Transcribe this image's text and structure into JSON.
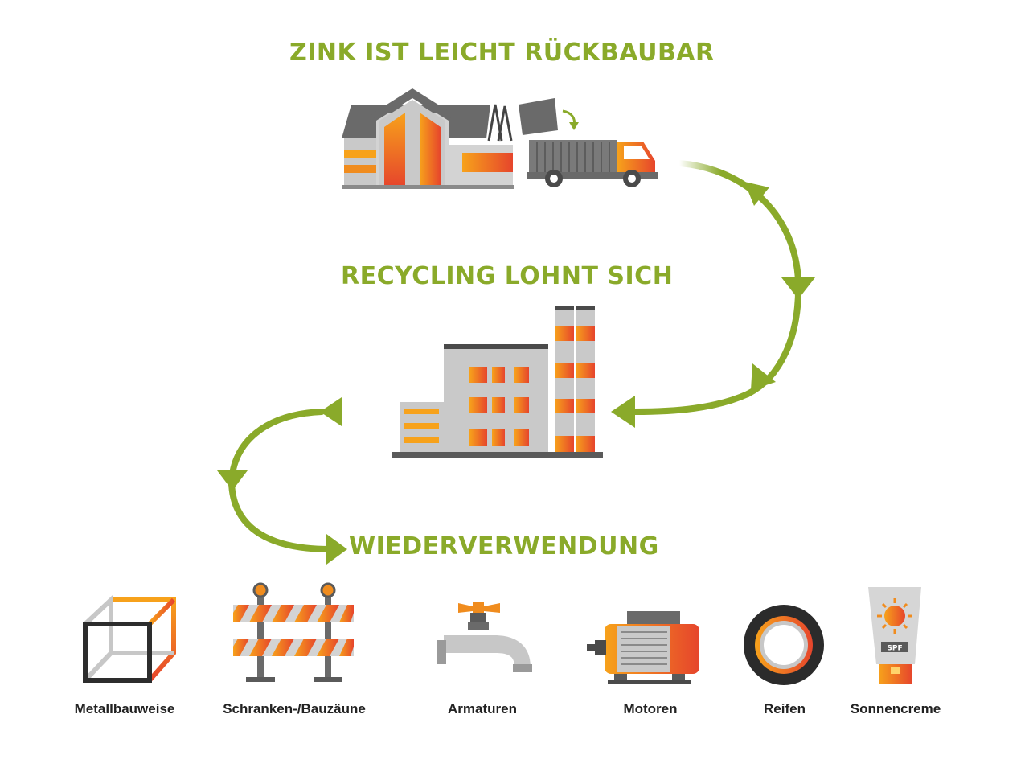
{
  "titles": {
    "step1": "ZINK IST LEICHT RÜCKBAUBAR",
    "step2": "RECYCLING LOHNT SICH",
    "step3": "WIEDERVERWENDUNG"
  },
  "uses": [
    {
      "label": "Metallbauweise",
      "icon": "metal-frame-cube-icon"
    },
    {
      "label": "Schranken-/Bauzäune",
      "icon": "construction-barrier-icon"
    },
    {
      "label": "Armaturen",
      "icon": "water-tap-icon"
    },
    {
      "label": "Motoren",
      "icon": "electric-motor-icon"
    },
    {
      "label": "Reifen",
      "icon": "tire-icon"
    },
    {
      "label": "Sonnencreme",
      "icon": "sunscreen-tube-icon"
    }
  ],
  "sunscreen_badge": "SPF",
  "colors": {
    "accent_green": "#8aaa2a",
    "orange": "#f08c1e",
    "red_orange": "#e8502a",
    "gray": "#c7c7c7",
    "dark_gray": "#5a5a5a",
    "text": "#222222"
  }
}
